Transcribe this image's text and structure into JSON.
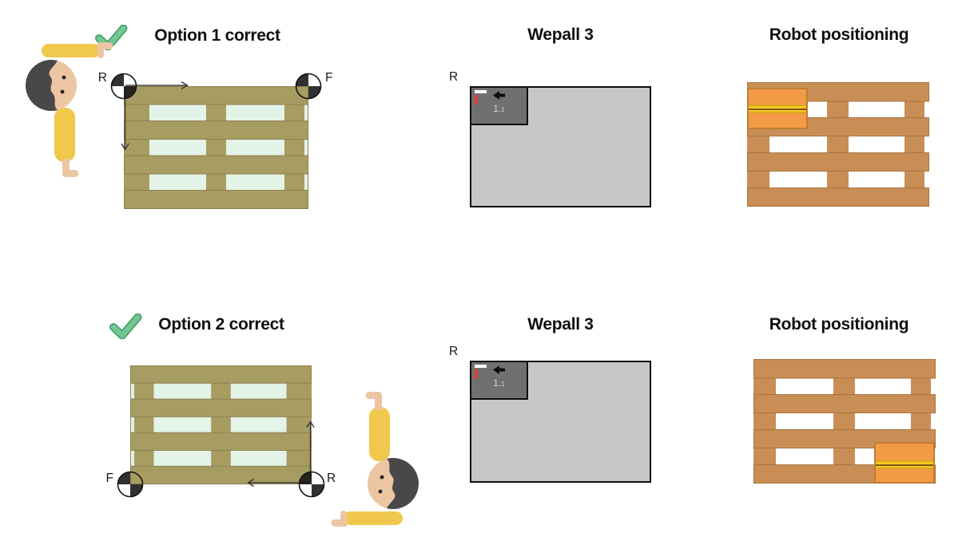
{
  "colors": {
    "ink": "#0f0f0f",
    "khaki": "#a79c61",
    "khaki_line": "#8b8150",
    "mint": "#e4f3e7",
    "brown": "#c88e55",
    "brown_line": "#a8743e",
    "orange": "#f29a45",
    "orange_line": "#c07c33",
    "strap_gold": "#f7c81f",
    "strap_gold_dark": "#d9a81e",
    "strap_line": "#7a5a10",
    "yellow": "#f0c84b",
    "skin": "#ecc6a2",
    "hair": "#484848",
    "check_green": "#74c793",
    "check_green_dark": "#43a06a",
    "screen_gray": "#c7c7c7",
    "box_gray": "#707070",
    "red": "#e23b3b",
    "arrow_dark": "#3d3d3d",
    "box_label_gray": "#d4d4d4"
  },
  "rows": [
    {
      "option_title": "Option 1 correct",
      "wepall_title": "Wepall 3",
      "robot_title": "Robot positioning",
      "pallet_corner_left": "R",
      "pallet_corner_right": "F",
      "screen_origin_label": "R",
      "screen_box_label_main": "1.",
      "screen_box_label_sub": "1"
    },
    {
      "option_title": "Option 2 correct",
      "wepall_title": "Wepall 3",
      "robot_title": "Robot positioning",
      "pallet_corner_left": "F",
      "pallet_corner_right": "R",
      "screen_origin_label": "R",
      "screen_box_label_main": "1.",
      "screen_box_label_sub": "1"
    }
  ]
}
